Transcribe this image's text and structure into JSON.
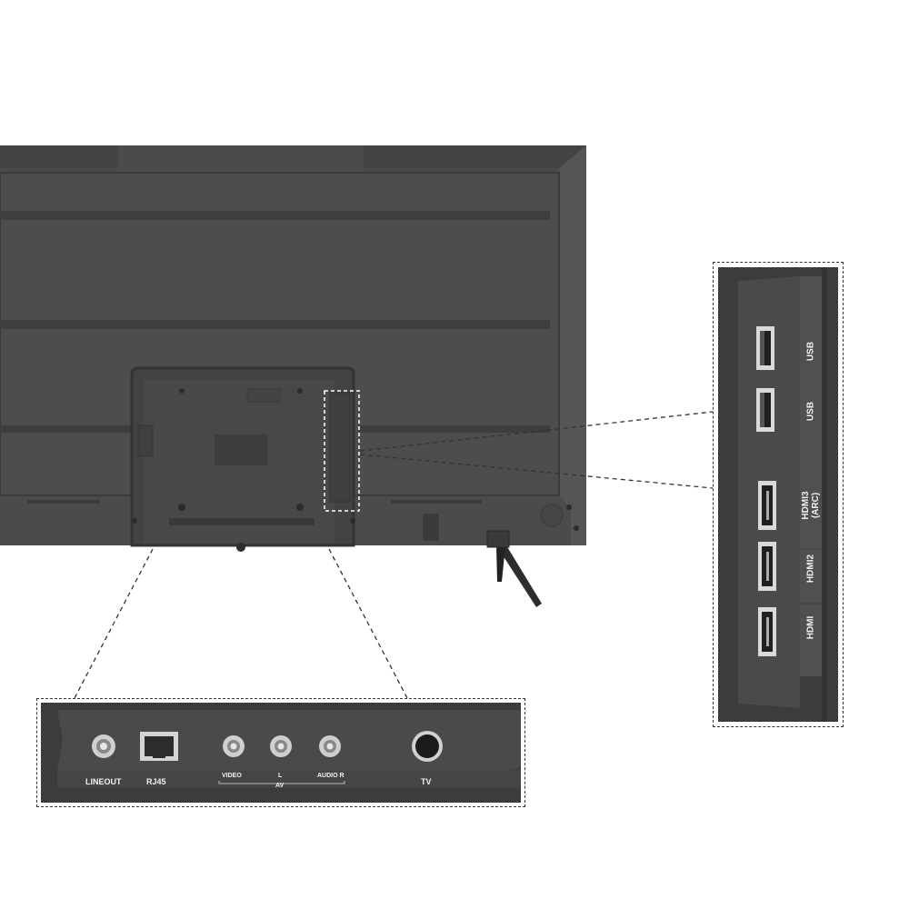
{
  "bottom_ports": {
    "lineout": "LINEOUT",
    "rj45": "RJ45",
    "video": "VIDEO",
    "l": "L",
    "audio_r": "AUDIO R",
    "av": "AV",
    "tv": "TV"
  },
  "side_ports": {
    "usb1": "USB",
    "usb2": "USB",
    "hdmi3": "HDMI3\n(ARC)",
    "hdmi2": "HDMI2",
    "hdmi1": "HDMI"
  },
  "icons": [
    "usb-port-icon",
    "hdmi-port-icon",
    "rj45-port-icon",
    "rca-jack-icon",
    "coax-port-icon"
  ],
  "colors": {
    "panel": "#4a4a4b",
    "panel_dark": "#3a3a3b",
    "port_metal": "#d9d9d9",
    "label": "#f2f2f2"
  }
}
